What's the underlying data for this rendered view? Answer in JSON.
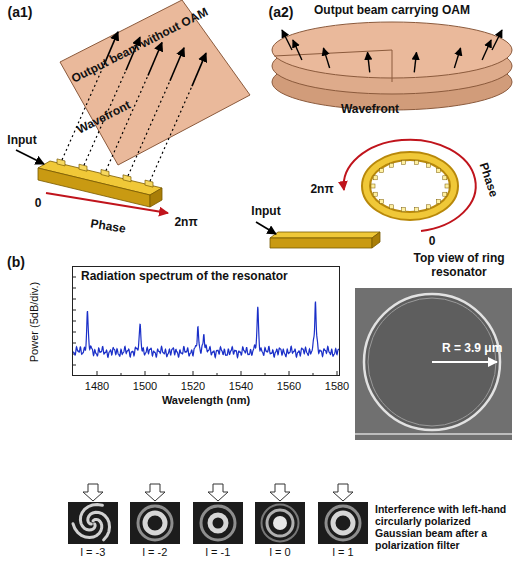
{
  "diagram": {
    "nodes": [
      {
        "text": [
          "Radiation spectrum of the resonator"
        ]
      },
      {
        "text": [
          "Top view of ring resonator",
          "R = 3.9 μm"
        ]
      },
      {
        "text": [
          "l = -3"
        ]
      },
      {
        "text": [
          "l = -2"
        ]
      },
      {
        "text": [
          "l = -1"
        ]
      },
      {
        "text": [
          "l = 0"
        ]
      },
      {
        "text": [
          "l = 1"
        ]
      }
    ],
    "labels": [
      "(a1)",
      "Output beam without OAM",
      "Wavefront",
      "Input",
      "0",
      "Phase",
      "2nπ",
      "(a2)",
      "Output beam carrying OAM",
      "Wavefront",
      "2nπ",
      "Phase",
      "0",
      "Input",
      "(b)",
      "Power (5dB/div.)",
      "1480",
      "1500",
      "1520",
      "1540",
      "1560",
      "1580",
      "Wavelength (nm)",
      "Interference with left-hand circularly polarized Gaussian beam after a polarization filter"
    ]
  }
}
